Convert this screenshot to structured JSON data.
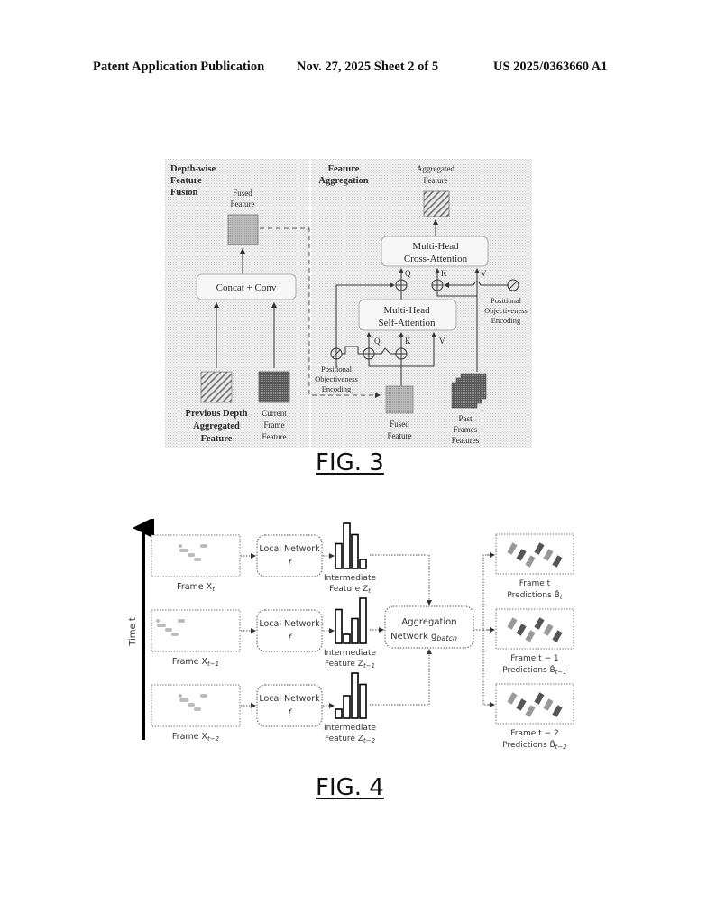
{
  "header": {
    "left": "Patent Application Publication",
    "center": "Nov. 27, 2025  Sheet 2 of 5",
    "right": "US 2025/0363660 A1"
  },
  "fig3": {
    "label": "FIG. 3",
    "left_panel": {
      "title": [
        "Depth-wise",
        "Feature",
        "Fusion"
      ],
      "fused_feature": [
        "Fused",
        "Feature"
      ],
      "concat_conv": "Concat + Conv",
      "previous": [
        "Previous Depth",
        "Aggregated",
        "Feature"
      ],
      "current": [
        "Current",
        "Frame",
        "Feature"
      ]
    },
    "right_panel": {
      "title": [
        "Feature",
        "Aggregation"
      ],
      "aggregated": [
        "Aggregated",
        "Feature"
      ],
      "cross_attention": [
        "Multi-Head",
        "Cross-Attention"
      ],
      "self_attention": [
        "Multi-Head",
        "Self-Attention"
      ],
      "q": "Q",
      "k": "K",
      "v": "V",
      "pos_enc_top": [
        "Positional",
        "Objectiveness",
        "Encoding"
      ],
      "pos_enc_bottom": [
        "Positional",
        "Objectiveness",
        "Encoding"
      ],
      "fused_feature": [
        "Fused",
        "Feature"
      ],
      "past_frames": [
        "Past",
        "Frames",
        "Features"
      ]
    }
  },
  "fig4": {
    "label": "FIG. 4",
    "time_axis": "Time t",
    "rows": [
      {
        "frame": "Frame X",
        "frame_sub": "t",
        "network": [
          "Local Network",
          "f"
        ],
        "feature": [
          "Intermediate",
          "Feature Z"
        ],
        "feature_sub": "t",
        "bars": [
          0.55,
          1.0,
          0.75,
          0.2
        ]
      },
      {
        "frame": "Frame X",
        "frame_sub": "t−1",
        "network": [
          "Local Network",
          "f"
        ],
        "feature": [
          "Intermediate",
          "Feature Z"
        ],
        "feature_sub": "t−1",
        "bars": [
          0.75,
          0.2,
          0.55,
          1.0
        ]
      },
      {
        "frame": "Frame X",
        "frame_sub": "t−2",
        "network": [
          "Local Network",
          "f"
        ],
        "feature": [
          "Intermediate",
          "Feature Z"
        ],
        "feature_sub": "t−2",
        "bars": [
          0.2,
          0.5,
          1.0,
          0.75
        ]
      }
    ],
    "aggregation": [
      "Aggregation",
      "Network g"
    ],
    "aggregation_sub": "batch",
    "predictions": [
      {
        "line1": "Frame t",
        "line2": "Predictions B̂",
        "sub": "t"
      },
      {
        "line1": "Frame t − 1",
        "line2": "Predictions B̂",
        "sub": "t−1"
      },
      {
        "line1": "Frame t − 2",
        "line2": "Predictions B̂",
        "sub": "t−2"
      }
    ]
  }
}
